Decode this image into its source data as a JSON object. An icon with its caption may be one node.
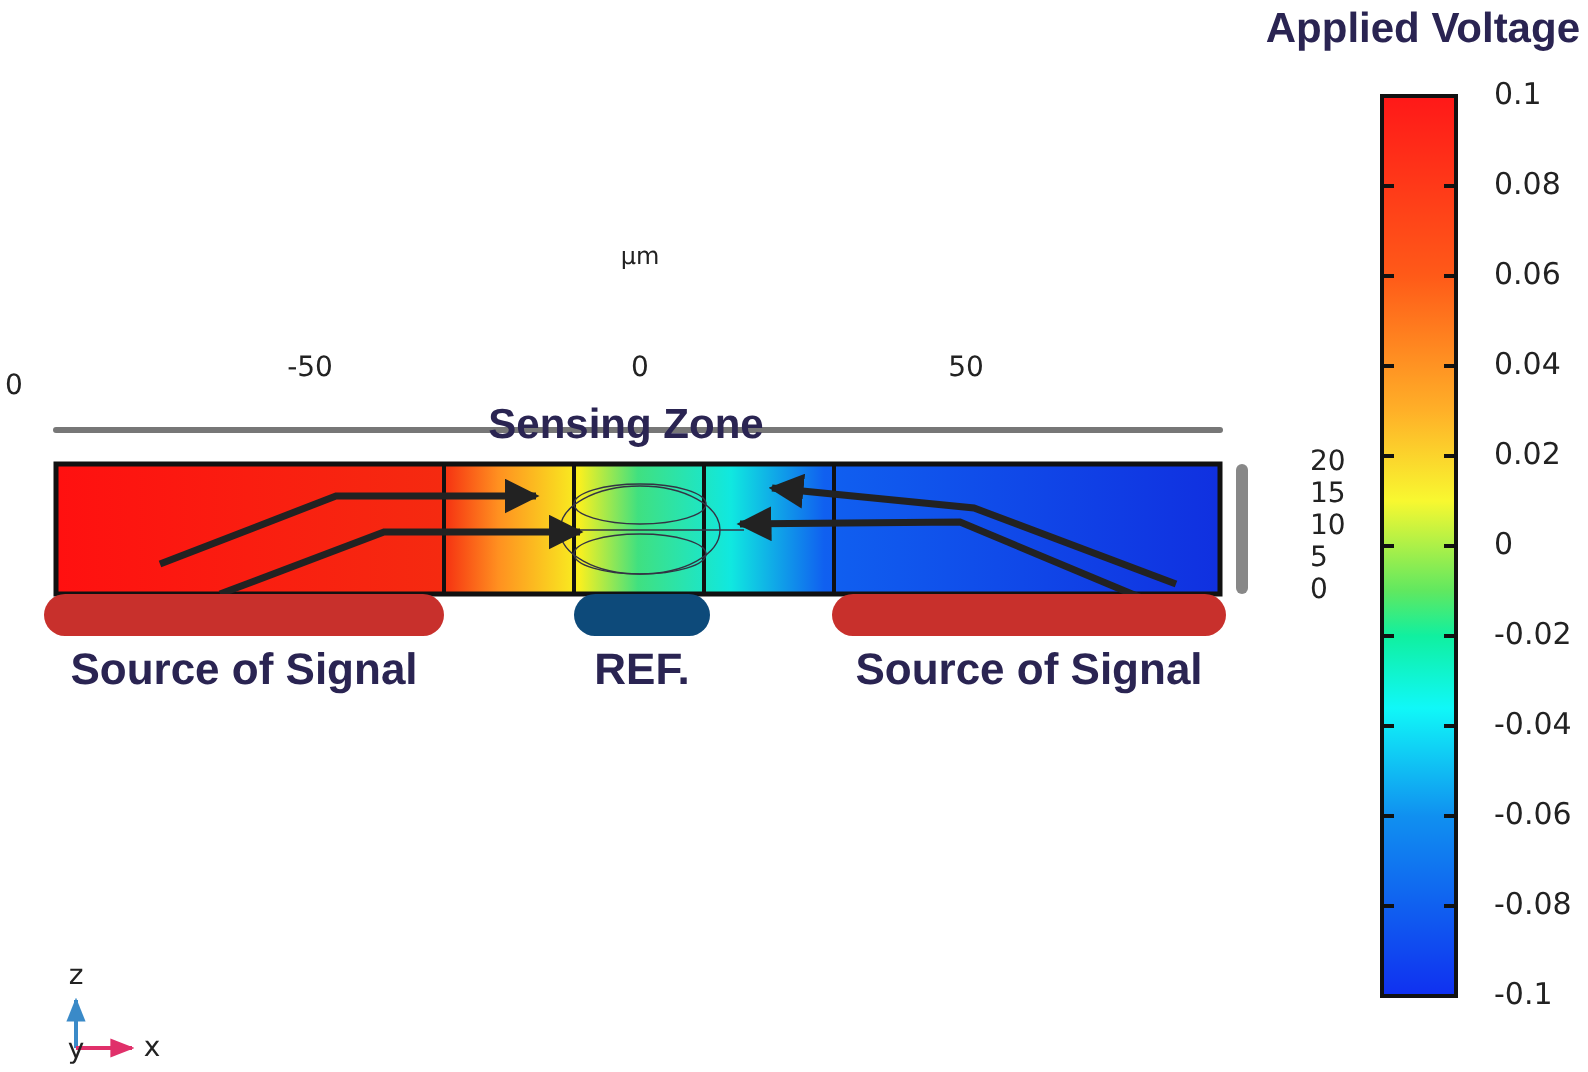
{
  "diagram": {
    "nodes": [
      {
        "text": [
          "Source of Signal"
        ]
      },
      {
        "text": [
          "REF."
        ]
      },
      {
        "text": [
          "Source of Signal"
        ]
      }
    ],
    "labels": [
      "Applied Voltage",
      "0.1",
      "0.08",
      "0.06",
      "0.04",
      "0.02",
      "0",
      "-0.02",
      "-0.04",
      "-0.06",
      "-0.08",
      "-0.1",
      "µm",
      "0",
      "-50",
      "0",
      "50",
      "Sensing Zone",
      "20",
      "15",
      "10",
      "5",
      "0",
      "z",
      "y",
      "x"
    ]
  }
}
